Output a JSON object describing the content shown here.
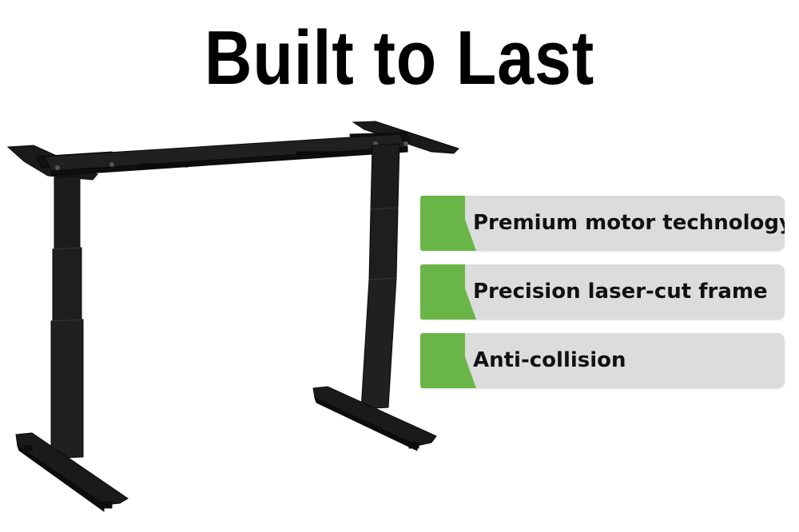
{
  "headline": "Built to Last",
  "colors": {
    "accent_green": "#6ab547",
    "card_gray": "#dcdcdc",
    "frame_black": "#1a1a1a"
  },
  "product_image": {
    "subject": "desk-frame"
  },
  "features": [
    {
      "label": "Premium motor technology",
      "icon": "green-tab-icon"
    },
    {
      "label": "Precision laser-cut frame",
      "icon": "green-tab-icon"
    },
    {
      "label": "Anti-collision",
      "icon": "green-tab-icon"
    }
  ]
}
